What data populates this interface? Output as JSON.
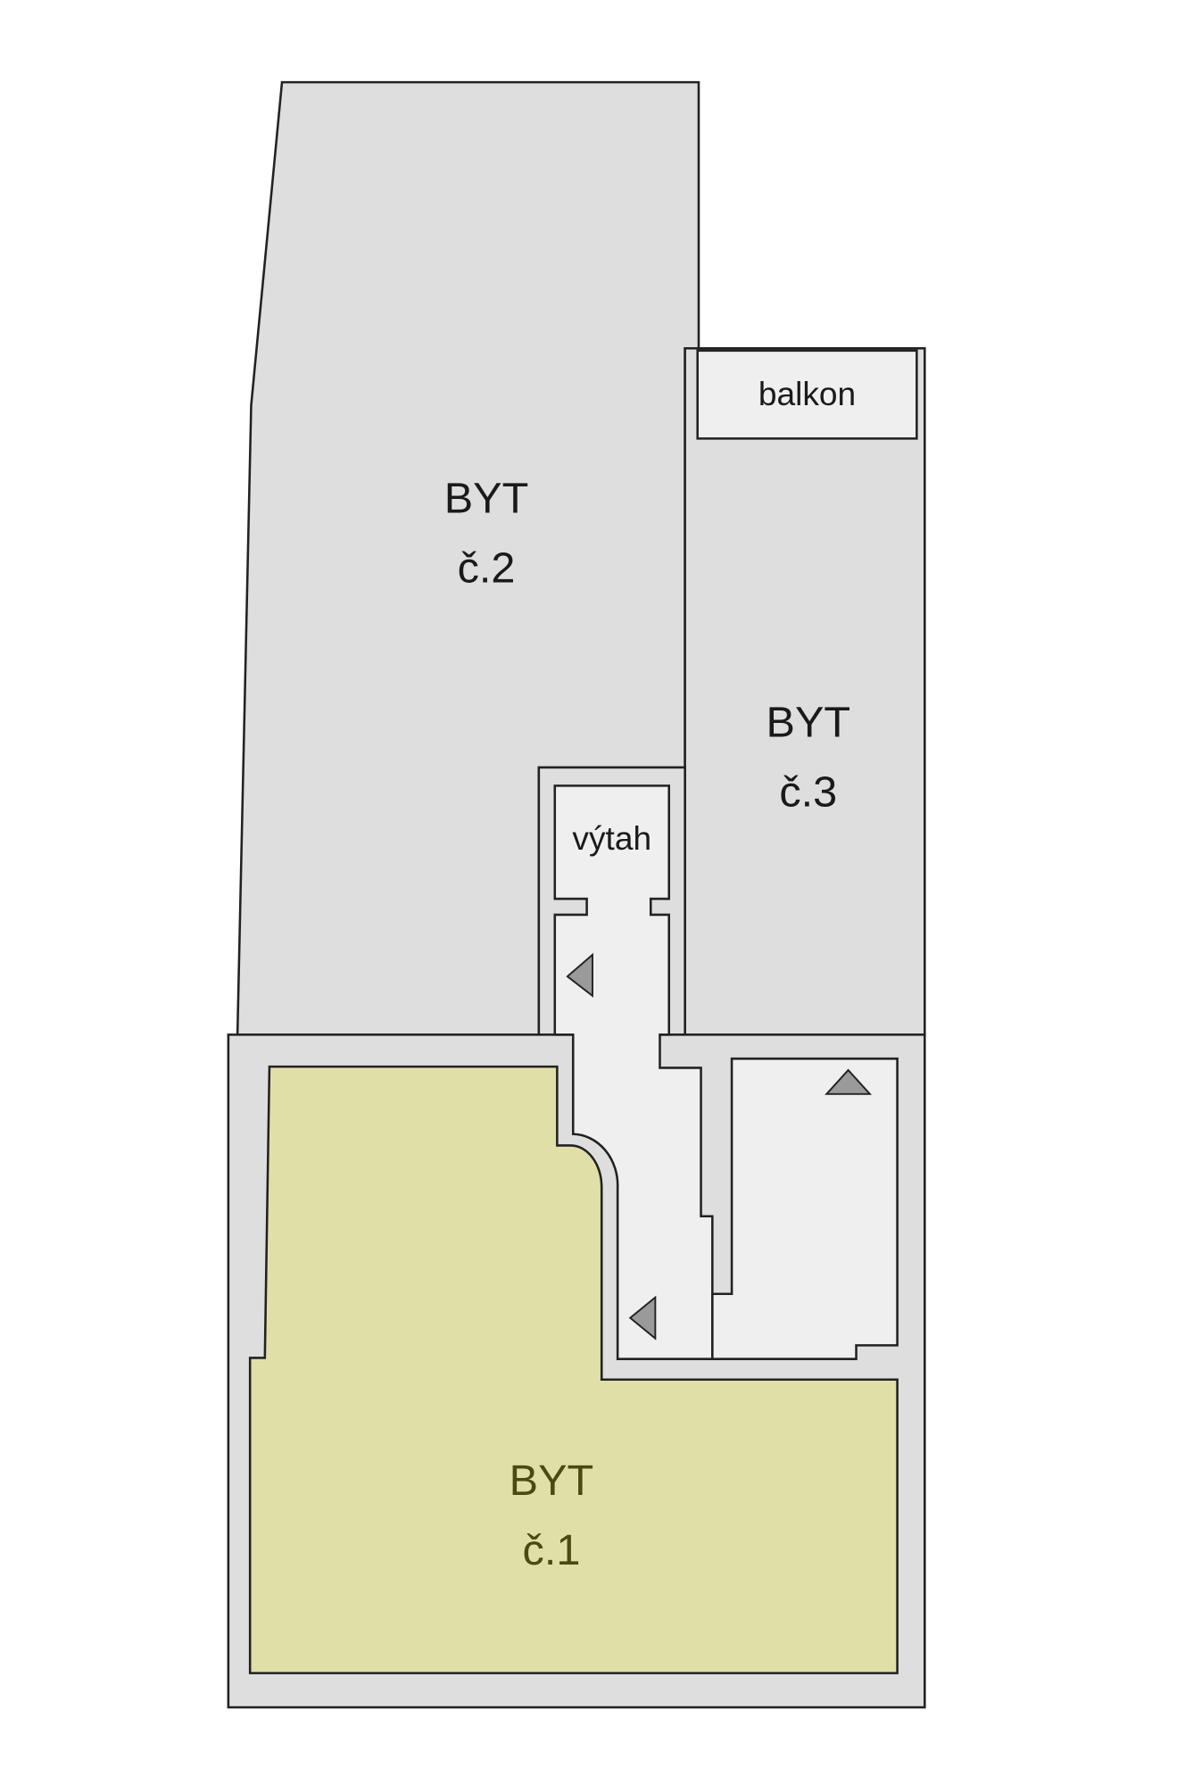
{
  "units": [
    {
      "id": "byt-2",
      "line1": "BYT",
      "line2": "č.2"
    },
    {
      "id": "byt-3",
      "line1": "BYT",
      "line2": "č.3"
    },
    {
      "id": "byt-1",
      "line1": "BYT",
      "line2": "č.1",
      "highlighted": true
    }
  ],
  "rooms": {
    "balcony": "balkon",
    "elevator": "výtah"
  },
  "colors": {
    "wall": "#dedede",
    "common": "#efefef",
    "highlight": "#e1dfa8",
    "highlight_text": "#4a4a12",
    "arrow": "#9a9a9a"
  }
}
